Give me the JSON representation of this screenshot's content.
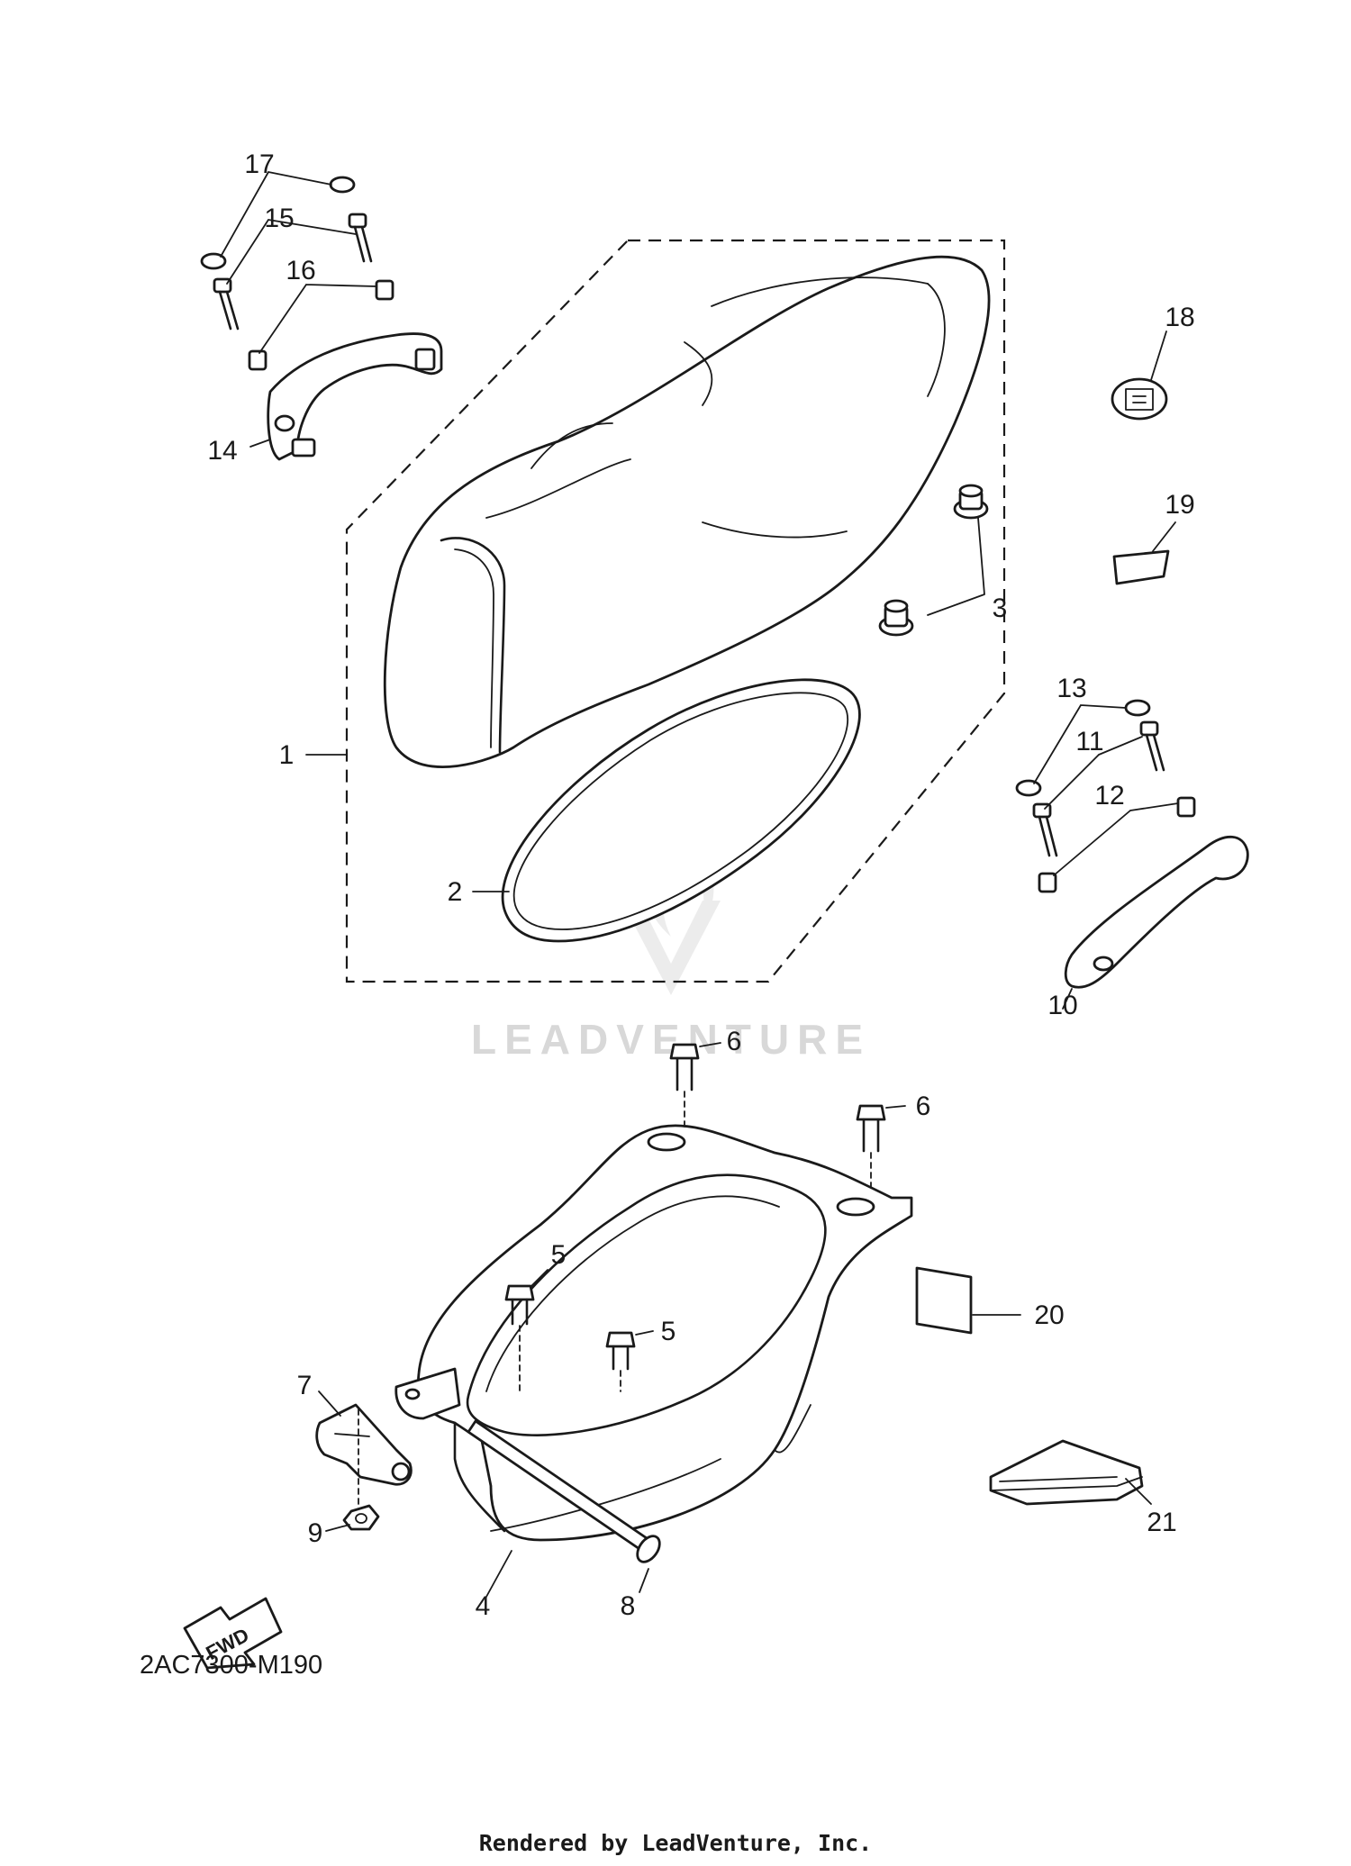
{
  "callouts": [
    {
      "id": "c1",
      "label": "1"
    },
    {
      "id": "c2",
      "label": "2"
    },
    {
      "id": "c3",
      "label": "3"
    },
    {
      "id": "c4",
      "label": "4"
    },
    {
      "id": "c5a",
      "label": "5"
    },
    {
      "id": "c5b",
      "label": "5"
    },
    {
      "id": "c6a",
      "label": "6"
    },
    {
      "id": "c6b",
      "label": "6"
    },
    {
      "id": "c7",
      "label": "7"
    },
    {
      "id": "c8",
      "label": "8"
    },
    {
      "id": "c9",
      "label": "9"
    },
    {
      "id": "c10",
      "label": "10"
    },
    {
      "id": "c11",
      "label": "11"
    },
    {
      "id": "c12",
      "label": "12"
    },
    {
      "id": "c13",
      "label": "13"
    },
    {
      "id": "c14",
      "label": "14"
    },
    {
      "id": "c15",
      "label": "15"
    },
    {
      "id": "c16",
      "label": "16"
    },
    {
      "id": "c17",
      "label": "17"
    },
    {
      "id": "c18",
      "label": "18"
    },
    {
      "id": "c19",
      "label": "19"
    },
    {
      "id": "c20",
      "label": "20"
    },
    {
      "id": "c21",
      "label": "21"
    }
  ],
  "watermark": "LEADVENTURE",
  "fwd_label": "FWD",
  "diagram_code": "2AC7300-M190",
  "footer": "Rendered by LeadVenture, Inc."
}
